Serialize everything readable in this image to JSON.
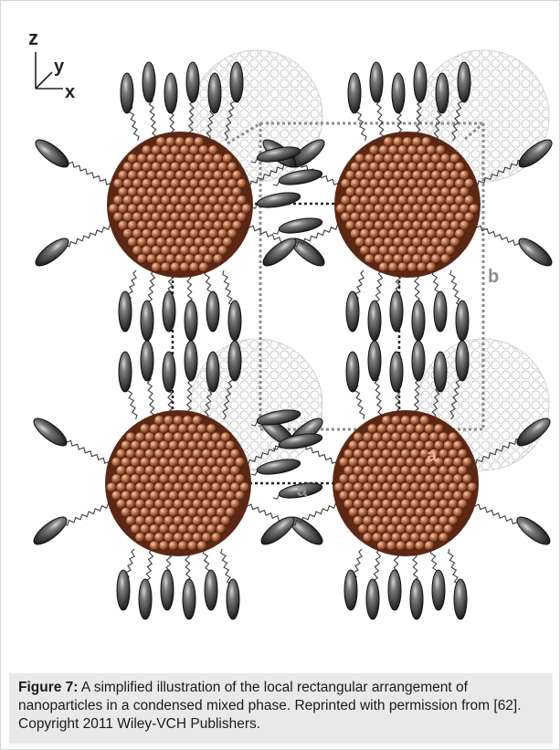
{
  "figure": {
    "axis_labels": {
      "z": "z",
      "y": "y",
      "x": "x"
    },
    "lattice_labels": {
      "a": "a",
      "b": "b",
      "a_particle": "a"
    },
    "caption": {
      "label": "Figure 7:",
      "text": " A simplified illustration of the local rectangular arrangement of nanoparticles in a condensed mixed phase. Reprinted with permission from [62]. Copyright 2011 Wiley-VCH Publishers."
    },
    "colors": {
      "particle": "#a2583a",
      "particle_highlight": "#e2b196",
      "ghost_particle": "#d0d0d0",
      "ligand": "#3b3b3b",
      "lattice_line": "#8c8c8c",
      "caption_background": "#e9e9e9"
    }
  }
}
